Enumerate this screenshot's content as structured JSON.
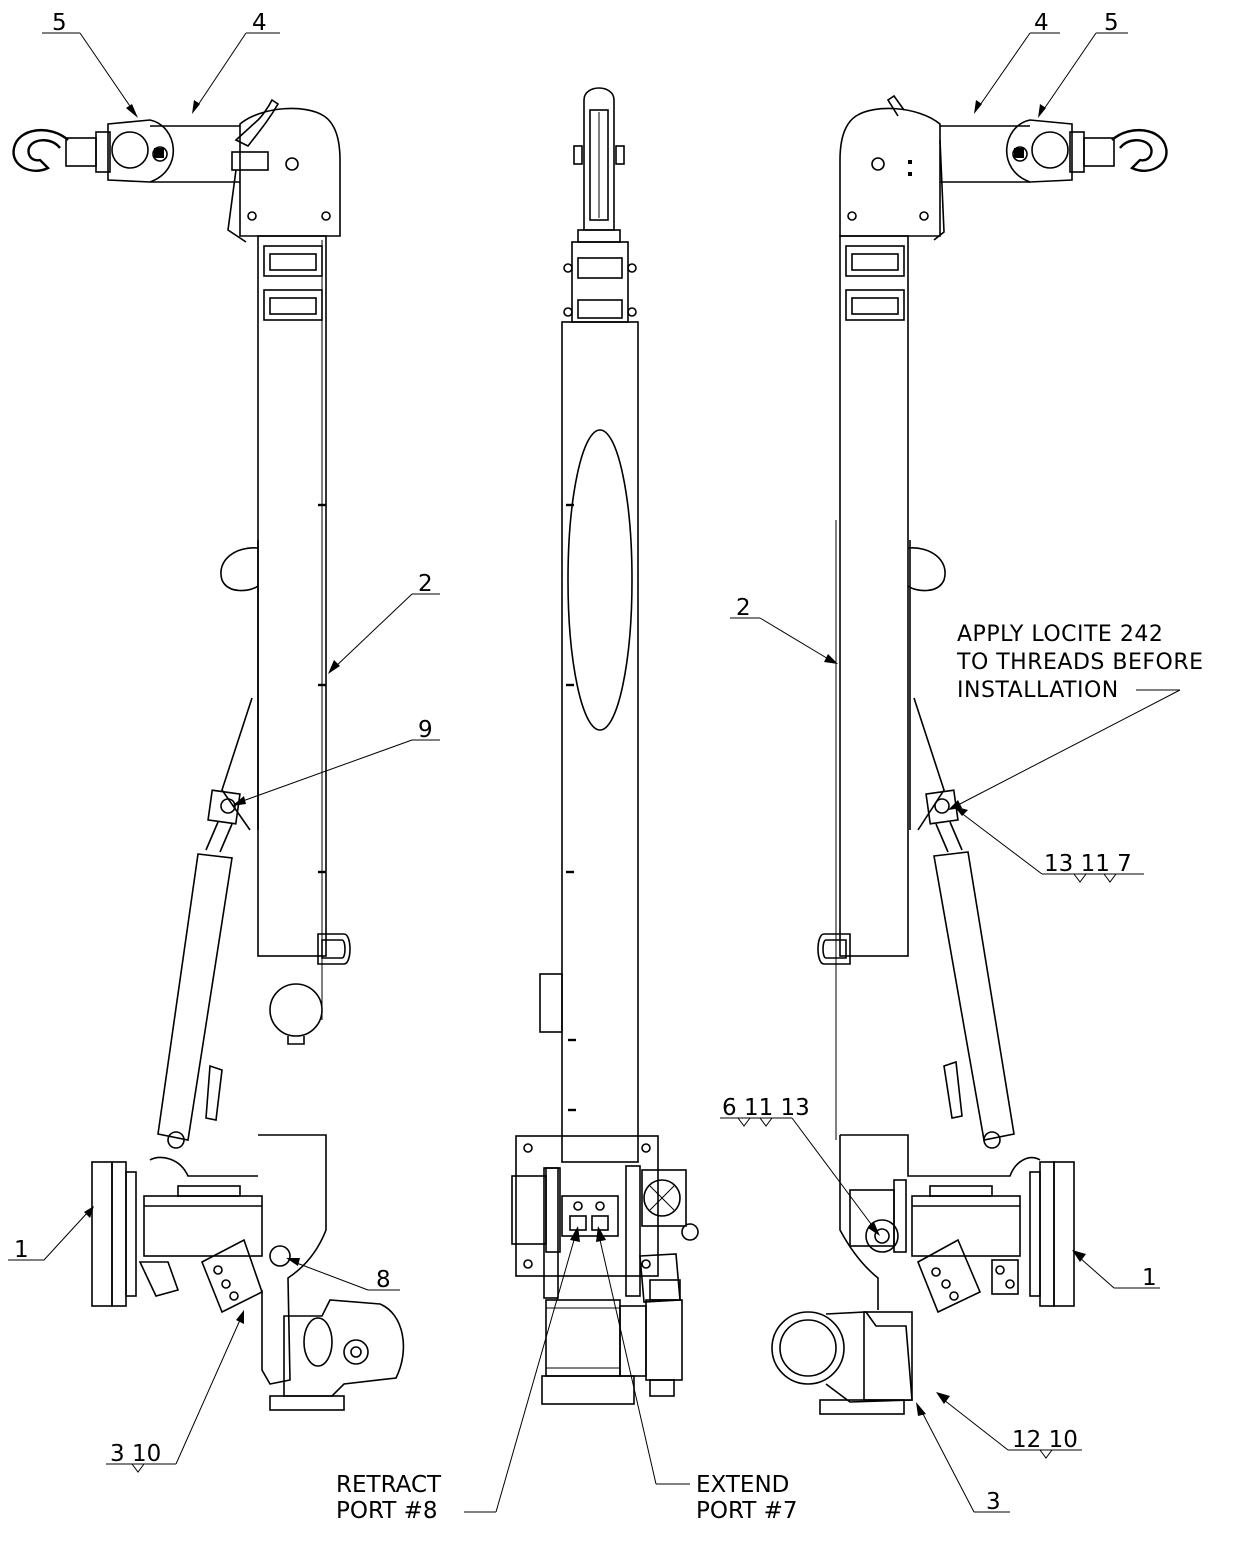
{
  "callouts": {
    "l1": "1",
    "l2": "2",
    "l3_10": "3  10",
    "l4": "4",
    "l5": "5",
    "l8": "8",
    "l9": "9",
    "m_retract": "RETRACT\nPORT #8",
    "m_extend": "EXTEND\nPORT #7",
    "r1": "1",
    "r2": "2",
    "r3": "3",
    "r4": "4",
    "r5": "5",
    "r6_11_13": "6  11  13",
    "r12_10": "12  10",
    "r13_11_7": "13  11  7"
  },
  "notes": {
    "locite_line1": "APPLY LOCITE 242",
    "locite_line2": "TO THREADS BEFORE",
    "locite_line3": "INSTALLATION"
  },
  "ports": {
    "retract_line1": "RETRACT",
    "retract_line2": "PORT #8",
    "extend_line1": "EXTEND",
    "extend_line2": "PORT #7"
  }
}
